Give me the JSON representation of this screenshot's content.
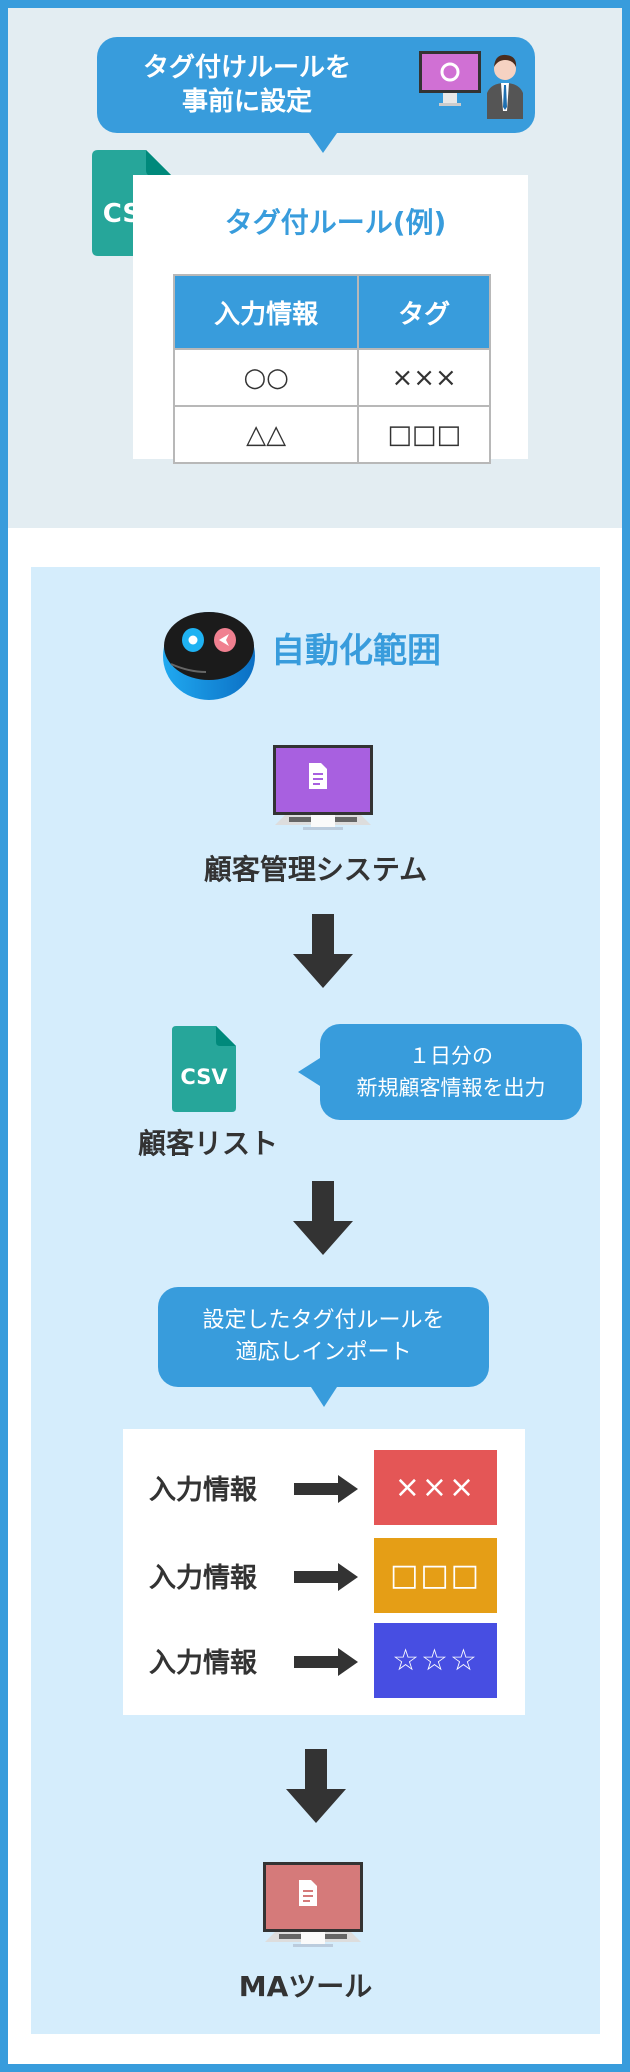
{
  "setup": {
    "bubble_line1": "タグ付けルールを",
    "bubble_line2": "事前に設定",
    "csv_label": "CSV",
    "rule_title": "タグ付ルール(例)",
    "table": {
      "headers": [
        "入力情報",
        "タグ"
      ],
      "rows": [
        [
          "○○",
          "×××"
        ],
        [
          "△△",
          "□□□"
        ]
      ]
    }
  },
  "automation": {
    "title": "自動化範囲",
    "crm_label": "顧客管理システム",
    "csv_label": "CSV",
    "customer_list_label": "顧客リスト",
    "export_bubble_line1": "１日分の",
    "export_bubble_line2": "新規顧客情報を出力",
    "apply_bubble_line1": "設定したタグ付ルールを",
    "apply_bubble_line2": "適応しインポート",
    "mappings": [
      {
        "input": "入力情報",
        "tag": "×××",
        "color": "#e45656"
      },
      {
        "input": "入力情報",
        "tag": "□□□",
        "color": "#e59e16"
      },
      {
        "input": "入力情報",
        "tag": "☆☆☆",
        "color": "#474ee2"
      }
    ],
    "ma_label": "MAツール"
  },
  "colors": {
    "accent": "#389cdc",
    "csv_green": "#26a69a",
    "crm_screen": "#a860e0",
    "ma_screen": "#d57a7a",
    "setup_screen": "#d070d4"
  }
}
